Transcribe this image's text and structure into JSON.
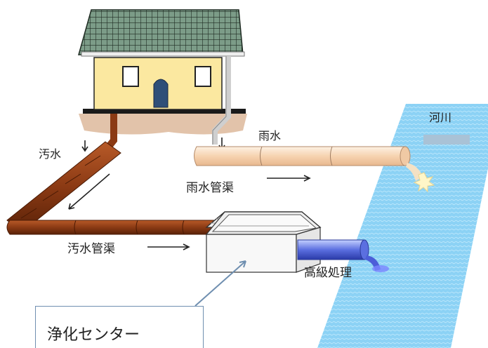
{
  "labels": {
    "river": "河川",
    "rainwater": "雨水",
    "sewage": "汚水",
    "storm_sewer": "雨水管渠",
    "sewage_pipe": "汚水管渠",
    "advanced_treatment": "高級処理",
    "purification_center": "浄化センター"
  },
  "colors": {
    "river": "#8cd2f5",
    "sewage_pipe": "#8b3a14",
    "storm_pipe": "#f8dcc0",
    "house_wall": "#fbe8a0",
    "roof": "#6f8f7a",
    "treated_pipe": "#5b6fe0",
    "callout_border": "#6f8fb0"
  }
}
